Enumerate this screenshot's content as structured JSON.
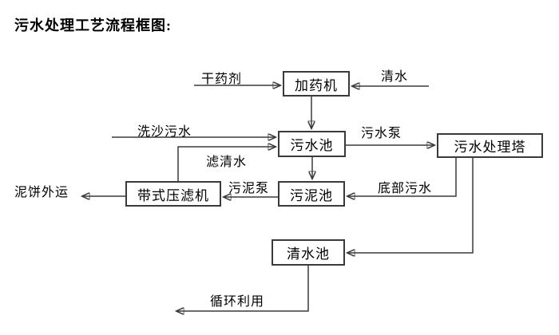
{
  "title": "污水处理工艺流程框图:",
  "diagram_type": "process-flowchart",
  "colors": {
    "background": "#ffffff",
    "line": "#3a3a3a",
    "text": "#000000",
    "box_fill": "#ffffff"
  },
  "nodes": [
    {
      "id": "dosing-machine",
      "label": "加药机"
    },
    {
      "id": "sewage-pool",
      "label": "污水池"
    },
    {
      "id": "sewage-treatment-tower",
      "label": "污水处理塔"
    },
    {
      "id": "sludge-pool",
      "label": "污泥池"
    },
    {
      "id": "belt-filter-press",
      "label": "带式压滤机"
    },
    {
      "id": "clean-water-pool",
      "label": "清水池"
    }
  ],
  "edge_labels": [
    {
      "id": "dry-agent",
      "label": "干药剂",
      "edge": "入口 → 加药机"
    },
    {
      "id": "clean-water",
      "label": "清水",
      "edge": "入口 → 加药机"
    },
    {
      "id": "sand-washing-sewage",
      "label": "洗沙污水",
      "edge": "入口 → 污水池"
    },
    {
      "id": "filtered-water",
      "label": "滤清水",
      "edge": "带式压滤机 → 污水池"
    },
    {
      "id": "sewage-pump",
      "label": "污水泵",
      "edge": "污水池 → 污水处理塔"
    },
    {
      "id": "sludge-pump",
      "label": "污泥泵",
      "edge": "污泥池 → 带式压滤机"
    },
    {
      "id": "bottom-sewage",
      "label": "底部污水",
      "edge": "污水处理塔 → 污泥池"
    },
    {
      "id": "mud-cake-out",
      "label": "泥饼外运",
      "edge": "带式压滤机 → 出口"
    },
    {
      "id": "recycle",
      "label": "循环利用",
      "edge": "清水池 → 出口"
    }
  ],
  "unlabeled_edges": [
    {
      "from": "加药机",
      "to": "污水池"
    },
    {
      "from": "污水池",
      "to": "污泥池"
    },
    {
      "from": "污水处理塔",
      "to": "清水池"
    }
  ]
}
